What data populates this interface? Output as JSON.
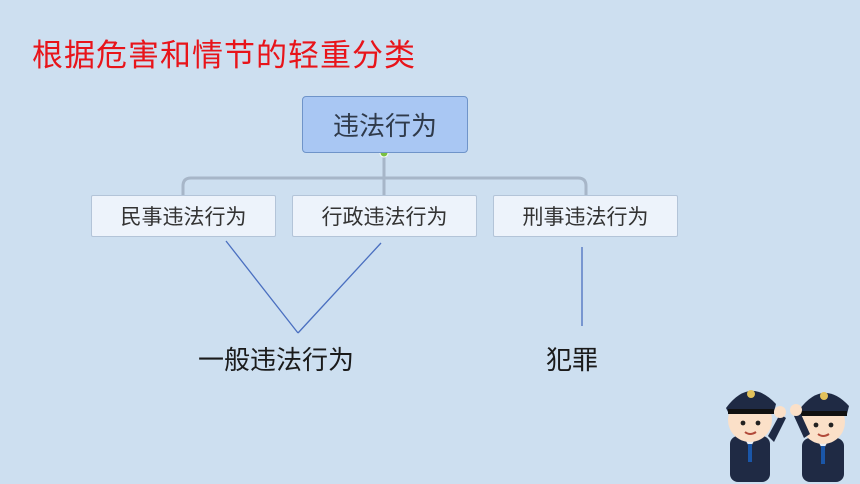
{
  "title": "根据危害和情节的轻重分类",
  "tree": {
    "root": "违法行为",
    "children": [
      "民事违法行为",
      "行政违法行为",
      "刑事违法行为"
    ]
  },
  "results": {
    "general": "一般违法行为",
    "crime": "犯罪"
  },
  "colors": {
    "background": "#cddff0",
    "title": "#e8141a",
    "root_fill": "#a9c7f3",
    "connector": "#a7b6c8",
    "result_line": "#4a6fc0"
  }
}
